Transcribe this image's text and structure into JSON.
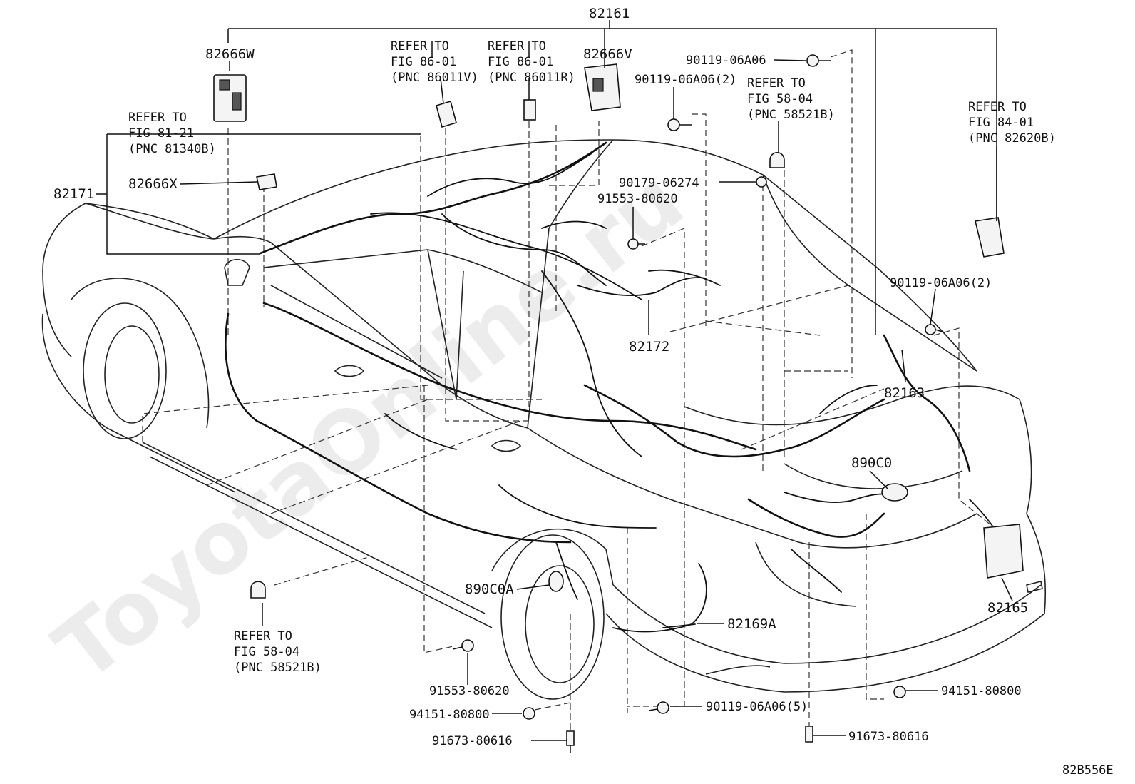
{
  "watermark": "ToyotaOnline.ru",
  "figure_code": "82B556E",
  "labels": {
    "p82161": "82161",
    "p82666W": "82666W",
    "ref86_v": [
      "REFER TO",
      "FIG 86-01",
      "(PNC 86011V)"
    ],
    "ref86_r": [
      "REFER TO",
      "FIG 86-01",
      "(PNC 86011R)"
    ],
    "p82666V": "82666V",
    "b9011906A06": "90119-06A06",
    "b9011906A06_2": "90119-06A06(2)",
    "ref58_top": [
      "REFER TO",
      "FIG 58-04",
      "(PNC 58521B)"
    ],
    "ref81": [
      "REFER TO",
      "FIG 81-21",
      "(PNC 81340B)"
    ],
    "ref84": [
      "REFER TO",
      "FIG 84-01",
      "(PNC 82620B)"
    ],
    "p82171": "82171",
    "p82666X": "82666X",
    "b9017906274": "90179-06274",
    "b9155380620_top": "91553-80620",
    "b9011906A06_2_right": "90119-06A06(2)",
    "p82172": "82172",
    "p82163": "82163",
    "p890C0": "890C0",
    "p890C0A": "890C0A",
    "p82169A": "82169A",
    "p82165": "82165",
    "ref58_bottom": [
      "REFER TO",
      "FIG 58-04",
      "(PNC 58521B)"
    ],
    "b9155380620_bottom": "91553-80620",
    "b9415180800_left": "94151-80800",
    "b9167380616_left": "91673-80616",
    "b9011906A06_5": "90119-06A06(5)",
    "b9415180800_right": "94151-80800",
    "b9167380616_right": "91673-80616"
  }
}
